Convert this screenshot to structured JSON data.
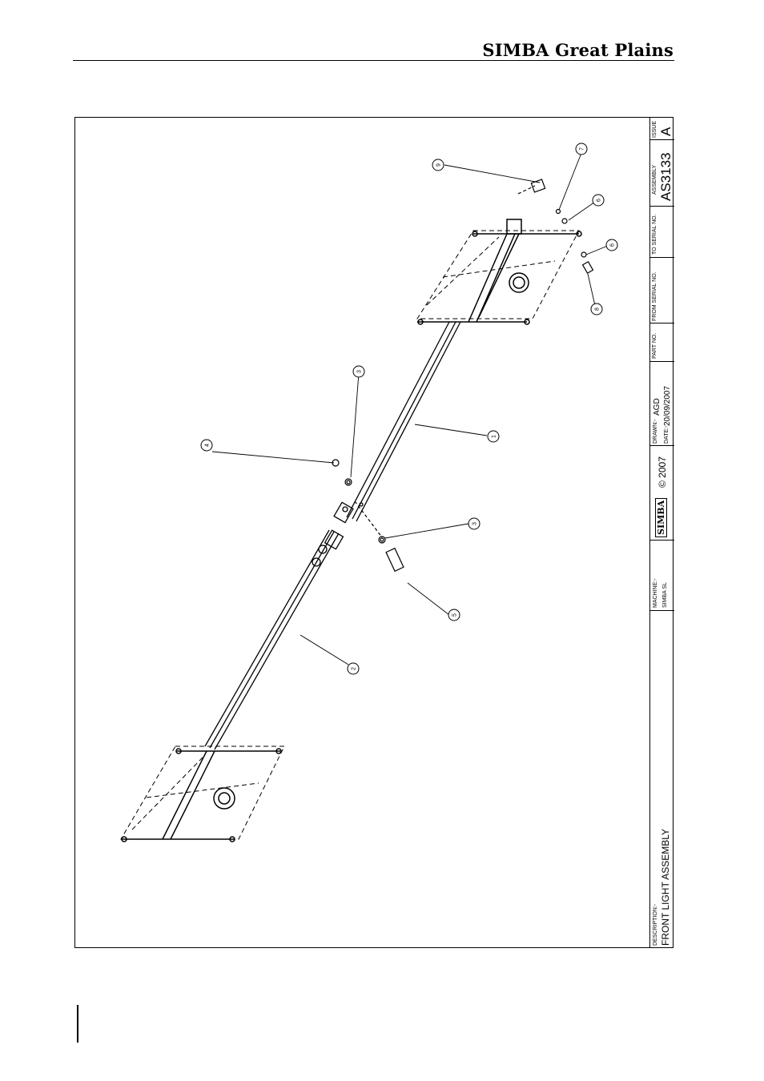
{
  "header": {
    "brand": "SIMBA Great Plains"
  },
  "title_block": {
    "description_label": "DESCRIPTION:-",
    "description": "FRONT LIGHT ASSEMBLY",
    "machine_label": "MACHINE:-",
    "machine": "SIMBA SL",
    "logo_text": "SIMBA",
    "copyright": "© 2007",
    "drawn_label": "DRAWN:-",
    "drawn": "AGD",
    "date_label": "DATE:-",
    "date": "20/09/2007",
    "part_no_label": "PART NO.",
    "from_serial_label": "FROM SERIAL NO.",
    "to_serial_label": "TO SERIAL NO.",
    "assembly_label": "ASSEMBLY",
    "assembly": "AS3133",
    "issue_label": "ISSUE",
    "issue": "A"
  },
  "callouts": [
    "1",
    "2",
    "3",
    "3",
    "4",
    "5",
    "6",
    "6",
    "7",
    "8",
    "9"
  ]
}
